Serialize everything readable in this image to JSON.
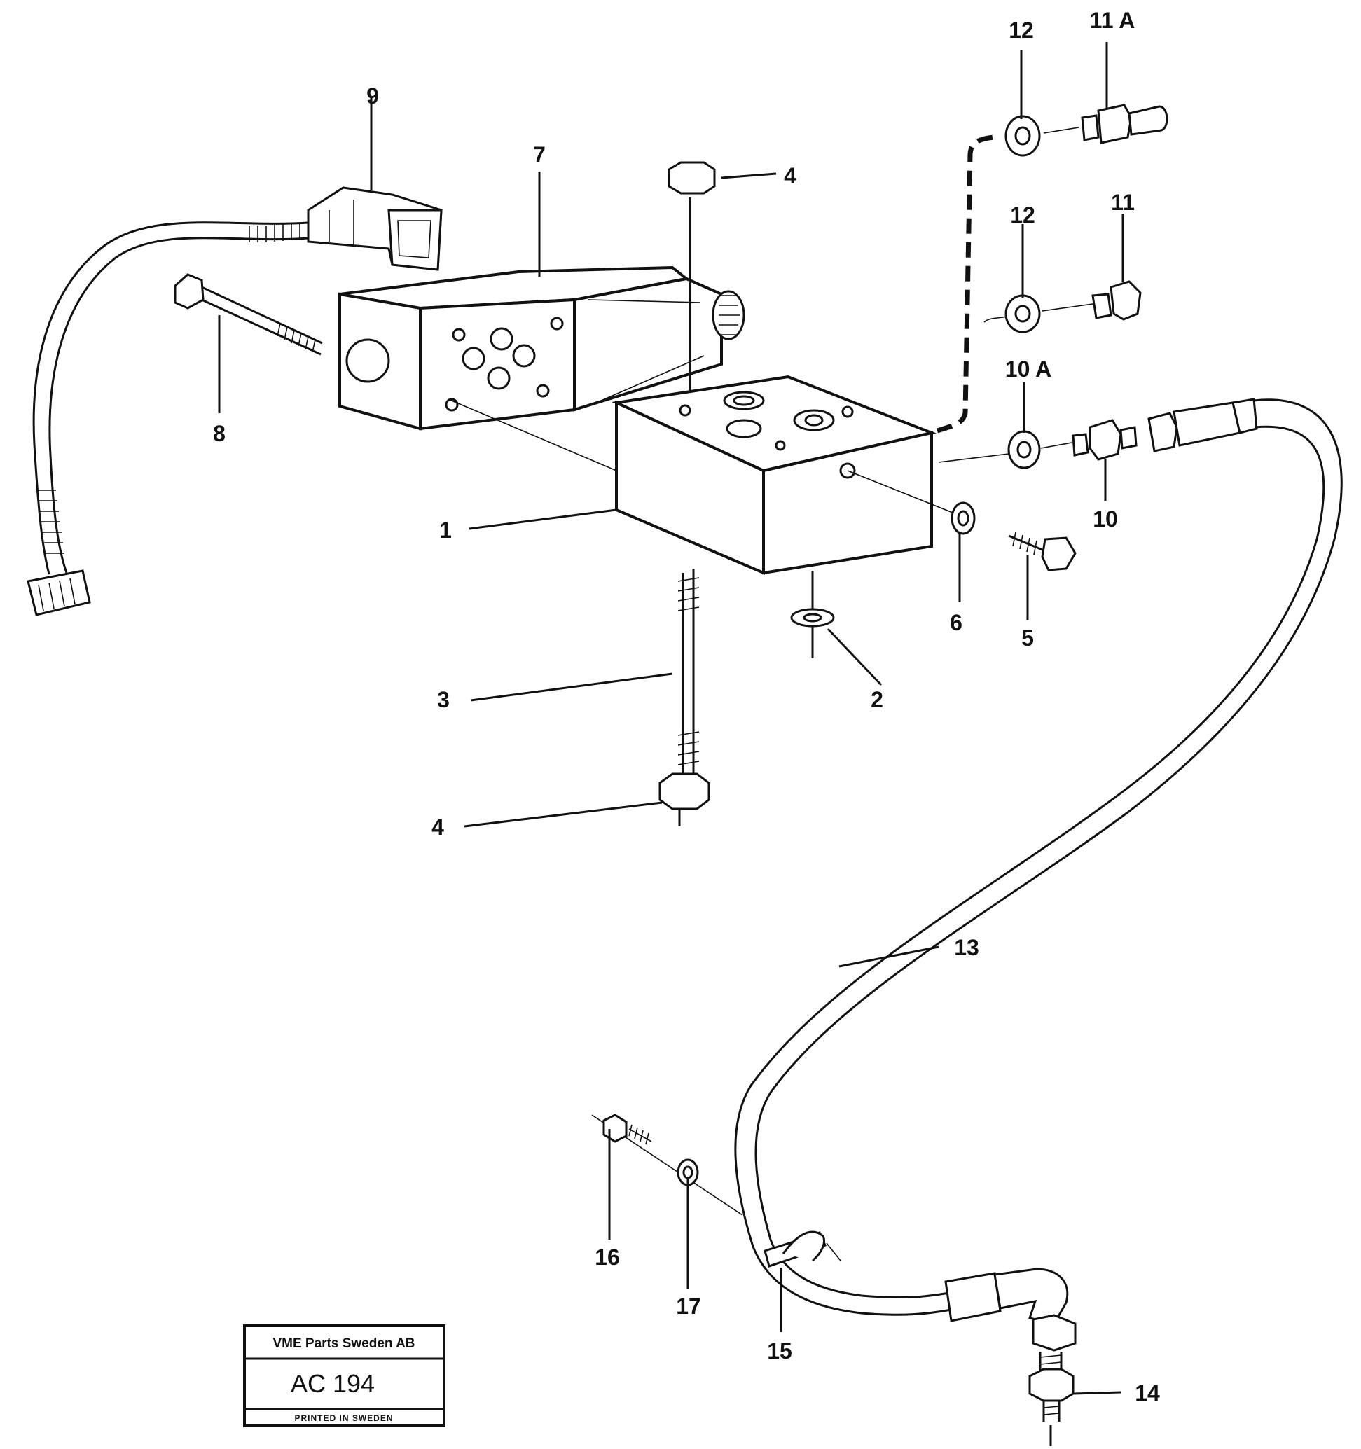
{
  "diagram": {
    "labels": {
      "l1": "1",
      "l2": "2",
      "l3": "3",
      "l4a": "4",
      "l4b": "4",
      "l5": "5",
      "l6": "6",
      "l7": "7",
      "l8": "8",
      "l9": "9",
      "l10": "10",
      "l10a": "10 A",
      "l11": "11",
      "l11a": "11 A",
      "l12a": "12",
      "l12b": "12",
      "l13": "13",
      "l14": "14",
      "l15": "15",
      "l16": "16",
      "l17": "17"
    }
  },
  "stamp": {
    "company": "VME Parts Sweden AB",
    "code": "AC 194",
    "printed": "PRINTED IN SWEDEN"
  }
}
